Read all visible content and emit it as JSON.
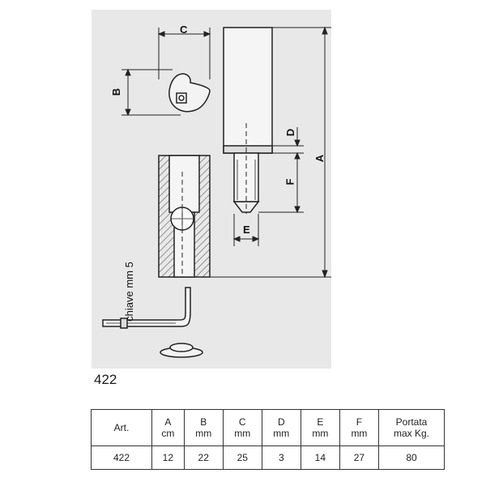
{
  "drawing": {
    "labels": {
      "c": "C",
      "b": "B",
      "d": "D",
      "a": "A",
      "f": "F",
      "e": "E"
    },
    "key_label": "chiave mm 5"
  },
  "article_number": "422",
  "table": {
    "headers": [
      {
        "name": "Art.",
        "unit": ""
      },
      {
        "name": "A",
        "unit": "cm"
      },
      {
        "name": "B",
        "unit": "mm"
      },
      {
        "name": "C",
        "unit": "mm"
      },
      {
        "name": "D",
        "unit": "mm"
      },
      {
        "name": "E",
        "unit": "mm"
      },
      {
        "name": "F",
        "unit": "mm"
      },
      {
        "name": "Portata",
        "unit": "max Kg."
      }
    ],
    "rows": [
      [
        "422",
        "12",
        "22",
        "25",
        "3",
        "14",
        "27",
        "80"
      ]
    ]
  }
}
